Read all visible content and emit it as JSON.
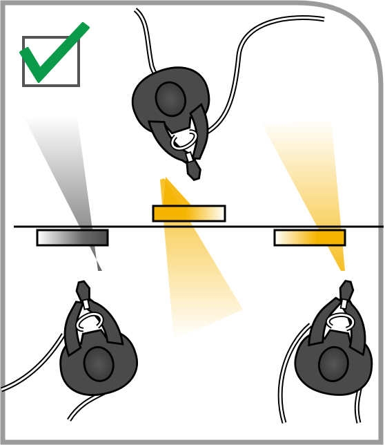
{
  "illustration": {
    "checkmark_icon": "check-approved-icon",
    "operators": [
      {
        "id": "operator-top",
        "spray_color": "#f5b400",
        "role": "sprays downward onto the upper panel"
      },
      {
        "id": "operator-bottom-left",
        "spray_color": "#4a4a4a",
        "role": "sprays upward onto the left panel"
      },
      {
        "id": "operator-bottom-right",
        "spray_color": "#f5b400",
        "role": "sprays upward onto the right panel"
      }
    ],
    "panels": [
      {
        "id": "panel-top-center",
        "fill_color": "#f5b400"
      },
      {
        "id": "panel-left",
        "fill_color": "#4a4a4a"
      },
      {
        "id": "panel-right",
        "fill_color": "#f5b400"
      }
    ]
  },
  "colors": {
    "frame": "#9a9a9a",
    "check_green": "#0a9a4a",
    "spray_yellow": "#f5b400",
    "spray_gray": "#4a4a4a",
    "body": "#4a4a4a",
    "outline": "#000000"
  }
}
